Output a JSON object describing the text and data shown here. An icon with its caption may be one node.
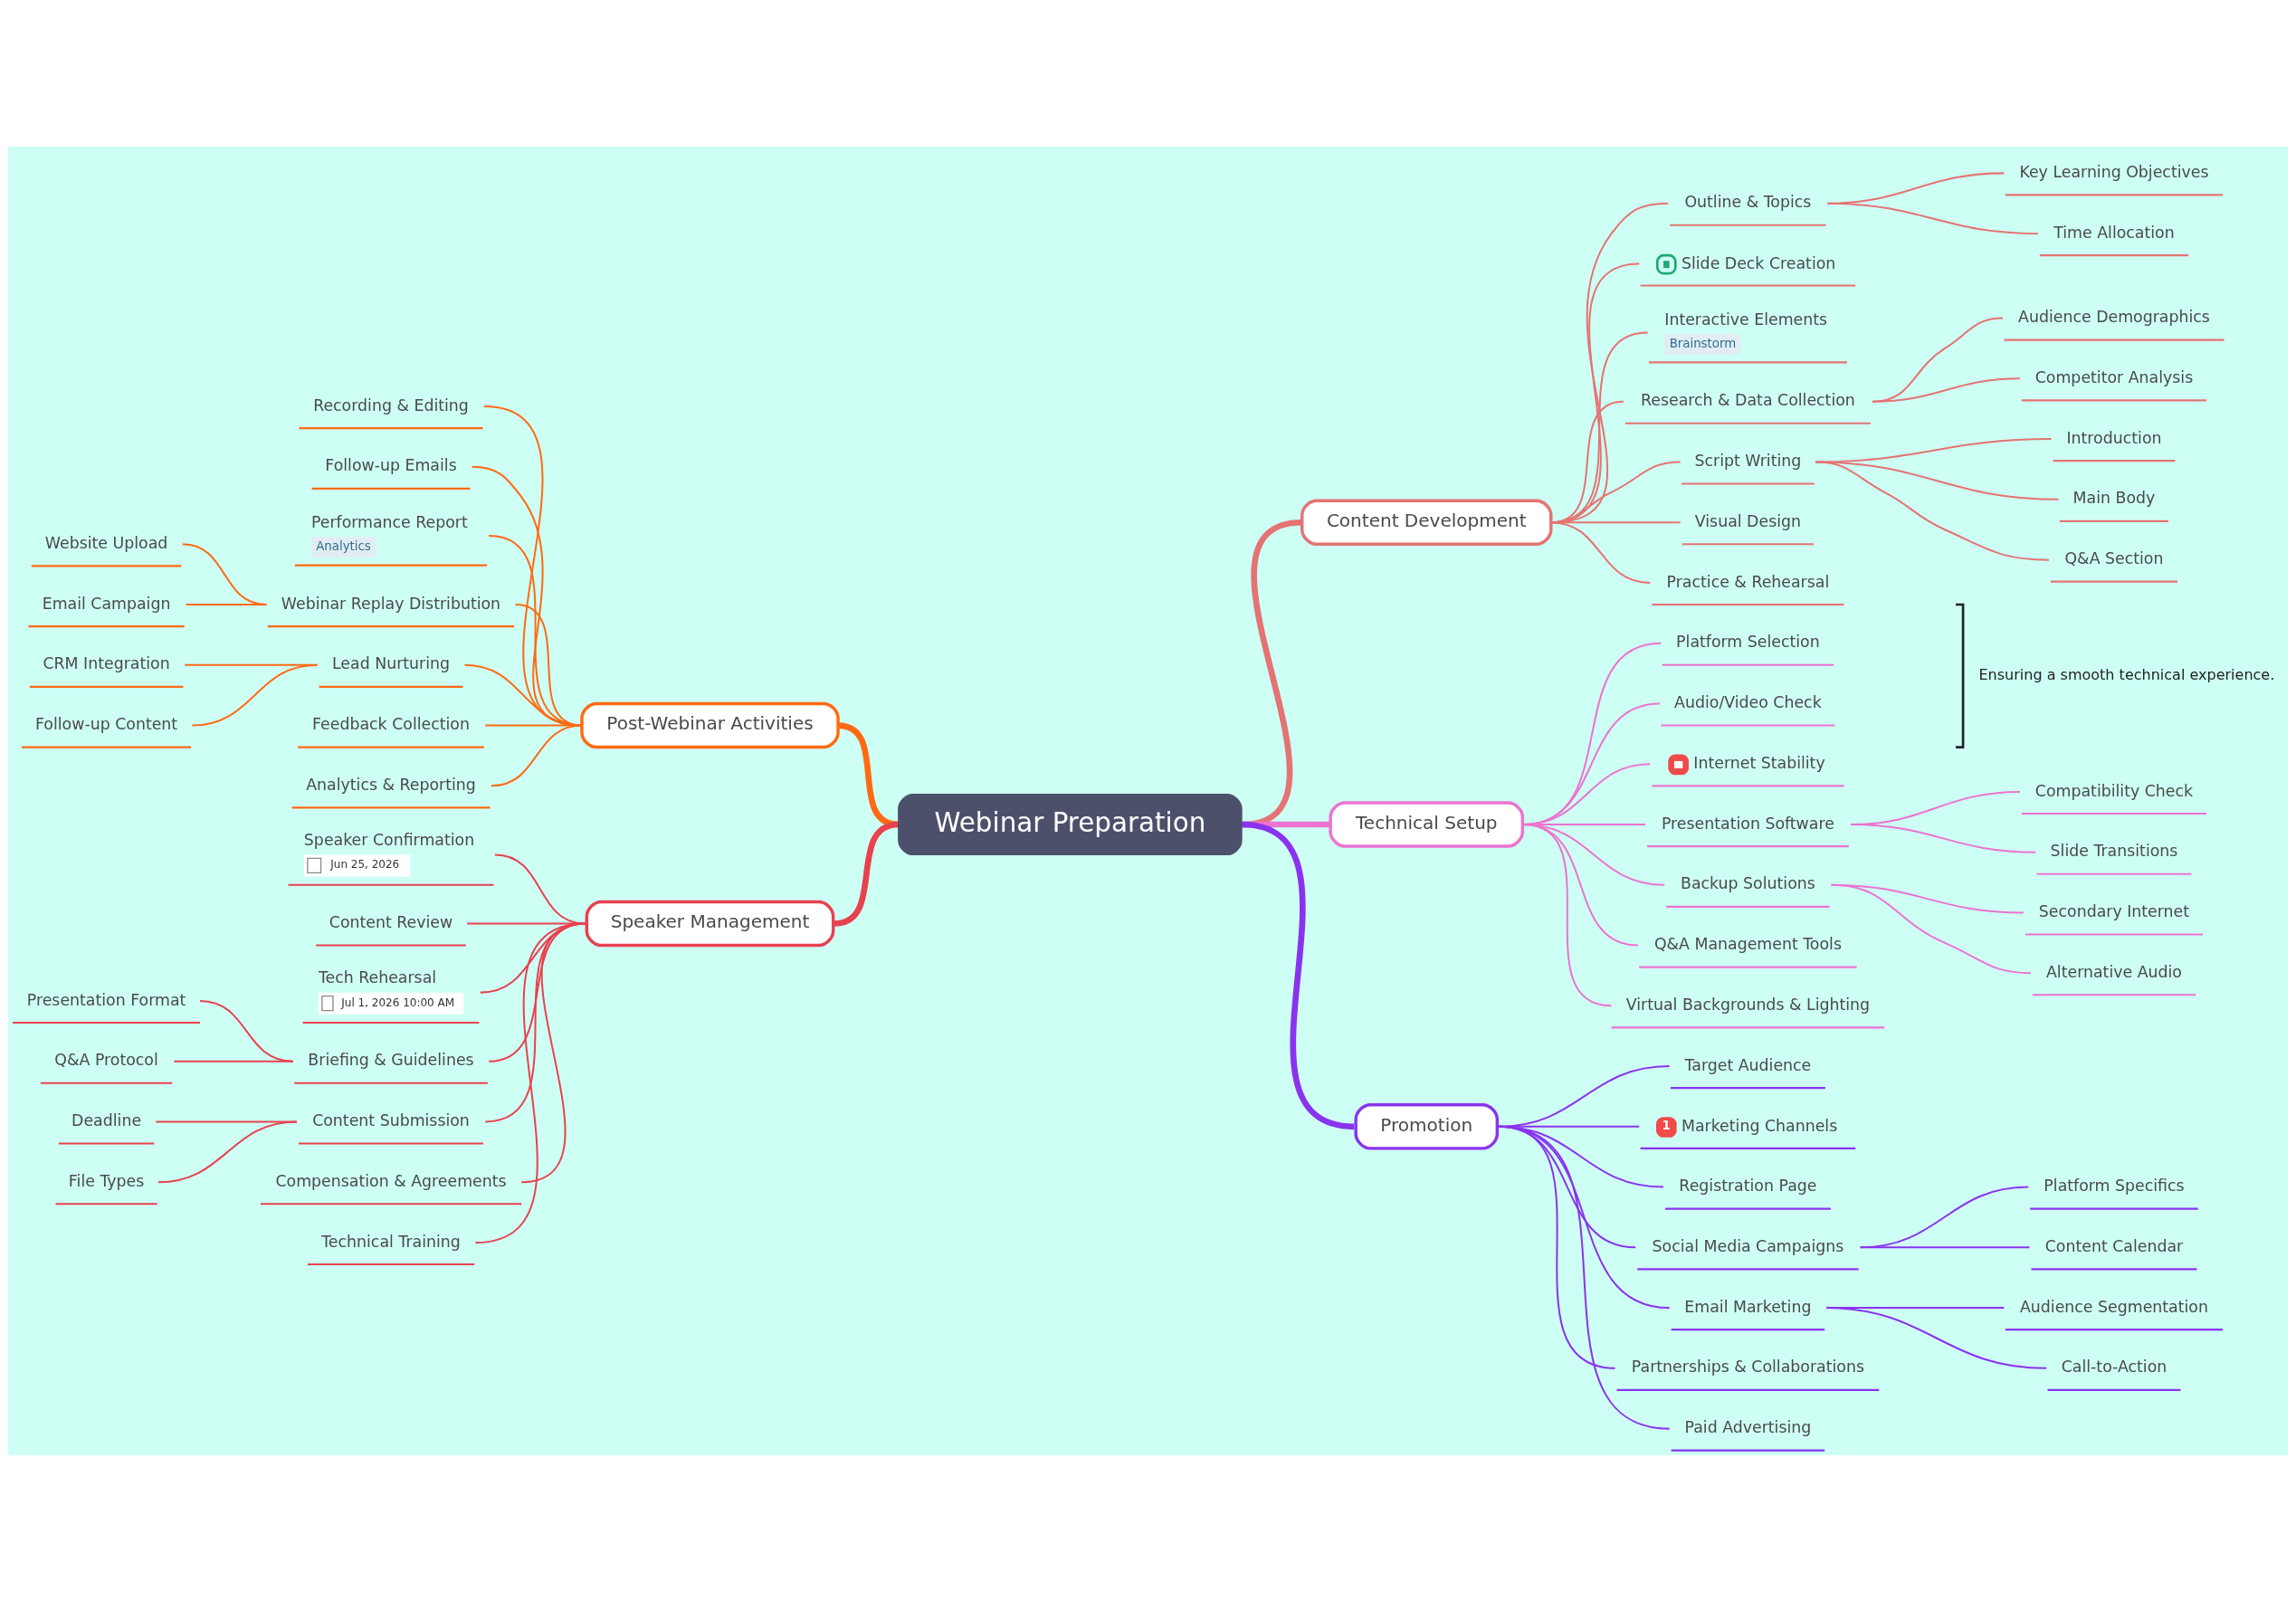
{
  "diagram": {
    "nodes": [
      {
        "text": [
          "Webinar Preparation"
        ]
      },
      {
        "text": [
          "Content Development"
        ]
      },
      {
        "text": [
          "Outline & Topics"
        ]
      },
      {
        "text": [
          "Key Learning Objectives"
        ]
      },
      {
        "text": [
          "Time Allocation"
        ]
      },
      {
        "text": [
          "Slide Deck Creation"
        ]
      },
      {
        "text": [
          "Interactive Elements",
          "Brainstorm"
        ]
      },
      {
        "text": [
          "Research & Data Collection"
        ]
      },
      {
        "text": [
          "Audience Demographics"
        ]
      },
      {
        "text": [
          "Competitor Analysis"
        ]
      },
      {
        "text": [
          "Script Writing"
        ]
      },
      {
        "text": [
          "Introduction"
        ]
      },
      {
        "text": [
          "Main Body"
        ]
      },
      {
        "text": [
          "Q&A Section"
        ]
      },
      {
        "text": [
          "Visual Design"
        ]
      },
      {
        "text": [
          "Practice & Rehearsal"
        ]
      },
      {
        "text": [
          "Technical Setup"
        ]
      },
      {
        "text": [
          "Platform Selection"
        ]
      },
      {
        "text": [
          "Audio/Video Check"
        ]
      },
      {
        "text": [
          "Internet Stability"
        ]
      },
      {
        "text": [
          "Presentation Software"
        ]
      },
      {
        "text": [
          "Compatibility Check"
        ]
      },
      {
        "text": [
          "Slide Transitions"
        ]
      },
      {
        "text": [
          "Backup Solutions"
        ]
      },
      {
        "text": [
          "Secondary Internet"
        ]
      },
      {
        "text": [
          "Alternative Audio"
        ]
      },
      {
        "text": [
          "Q&A Management Tools"
        ]
      },
      {
        "text": [
          "Virtual Backgrounds & Lighting"
        ]
      },
      {
        "text": [
          "Promotion"
        ]
      },
      {
        "text": [
          "Target Audience"
        ]
      },
      {
        "text": [
          "1",
          "Marketing Channels"
        ]
      },
      {
        "text": [
          "Registration Page"
        ]
      },
      {
        "text": [
          "Social Media Campaigns"
        ]
      },
      {
        "text": [
          "Platform Specifics"
        ]
      },
      {
        "text": [
          "Content Calendar"
        ]
      },
      {
        "text": [
          "Email Marketing"
        ]
      },
      {
        "text": [
          "Audience Segmentation"
        ]
      },
      {
        "text": [
          "Call-to-Action"
        ]
      },
      {
        "text": [
          "Partnerships & Collaborations"
        ]
      },
      {
        "text": [
          "Paid Advertising"
        ]
      },
      {
        "text": [
          "Post-Webinar Activities"
        ]
      },
      {
        "text": [
          "Recording & Editing"
        ]
      },
      {
        "text": [
          "Follow-up Emails"
        ]
      },
      {
        "text": [
          "Performance Report",
          "Analytics"
        ]
      },
      {
        "text": [
          "Webinar Replay Distribution"
        ]
      },
      {
        "text": [
          "Website Upload"
        ]
      },
      {
        "text": [
          "Email Campaign"
        ]
      },
      {
        "text": [
          "Lead Nurturing"
        ]
      },
      {
        "text": [
          "CRM Integration"
        ]
      },
      {
        "text": [
          "Follow-up Content"
        ]
      },
      {
        "text": [
          "Feedback Collection"
        ]
      },
      {
        "text": [
          "Analytics & Reporting"
        ]
      },
      {
        "text": [
          "Speaker Management"
        ]
      },
      {
        "text": [
          "Speaker Confirmation",
          "Jun 25, 2026"
        ]
      },
      {
        "text": [
          "Content Review"
        ]
      },
      {
        "text": [
          "Tech Rehearsal",
          "Jul 1, 2026 10:00 AM"
        ]
      },
      {
        "text": [
          "Briefing & Guidelines"
        ]
      },
      {
        "text": [
          "Presentation Format"
        ]
      },
      {
        "text": [
          "Q&A Protocol"
        ]
      },
      {
        "text": [
          "Content Submission"
        ]
      },
      {
        "text": [
          "Deadline"
        ]
      },
      {
        "text": [
          "File Types"
        ]
      },
      {
        "text": [
          "Compensation & Agreements"
        ]
      },
      {
        "text": [
          "Technical Training"
        ]
      }
    ],
    "edges": [
      {
        "from": 0,
        "to": 1,
        "arrow": "none",
        "style": "thick",
        "color": "#e57373"
      },
      {
        "from": 1,
        "to": 2,
        "arrow": "none",
        "color": "#e57373"
      },
      {
        "from": 2,
        "to": 3,
        "arrow": "none",
        "color": "#e57373"
      },
      {
        "from": 2,
        "to": 4,
        "arrow": "none",
        "color": "#e57373"
      },
      {
        "from": 1,
        "to": 5,
        "arrow": "none",
        "color": "#e57373"
      },
      {
        "from": 1,
        "to": 6,
        "arrow": "none",
        "color": "#e57373"
      },
      {
        "from": 1,
        "to": 7,
        "arrow": "none",
        "color": "#e57373"
      },
      {
        "from": 7,
        "to": 8,
        "arrow": "none",
        "color": "#e57373"
      },
      {
        "from": 7,
        "to": 9,
        "arrow": "none",
        "color": "#e57373"
      },
      {
        "from": 1,
        "to": 10,
        "arrow": "none",
        "color": "#e57373"
      },
      {
        "from": 10,
        "to": 11,
        "arrow": "none",
        "color": "#e57373"
      },
      {
        "from": 10,
        "to": 12,
        "arrow": "none",
        "color": "#e57373"
      },
      {
        "from": 10,
        "to": 13,
        "arrow": "none",
        "color": "#e57373"
      },
      {
        "from": 1,
        "to": 14,
        "arrow": "none",
        "color": "#e57373"
      },
      {
        "from": 1,
        "to": 15,
        "arrow": "none",
        "color": "#e57373"
      },
      {
        "from": 0,
        "to": 16,
        "arrow": "none",
        "style": "thick",
        "color": "#ec73cf"
      },
      {
        "from": 16,
        "to": 17,
        "arrow": "none",
        "color": "#ec73cf"
      },
      {
        "from": 16,
        "to": 18,
        "arrow": "none",
        "color": "#ec73cf"
      },
      {
        "from": 16,
        "to": 19,
        "arrow": "none",
        "color": "#ec73cf"
      },
      {
        "from": 16,
        "to": 20,
        "arrow": "none",
        "color": "#ec73cf"
      },
      {
        "from": 20,
        "to": 21,
        "arrow": "none",
        "color": "#ec73cf"
      },
      {
        "from": 20,
        "to": 22,
        "arrow": "none",
        "color": "#ec73cf"
      },
      {
        "from": 16,
        "to": 23,
        "arrow": "none",
        "color": "#ec73cf"
      },
      {
        "from": 23,
        "to": 24,
        "arrow": "none",
        "color": "#ec73cf"
      },
      {
        "from": 23,
        "to": 25,
        "arrow": "none",
        "color": "#ec73cf"
      },
      {
        "from": 16,
        "to": 26,
        "arrow": "none",
        "color": "#ec73cf"
      },
      {
        "from": 16,
        "to": 27,
        "arrow": "none",
        "color": "#ec73cf"
      },
      {
        "from": 0,
        "to": 28,
        "arrow": "none",
        "style": "thick",
        "color": "#8a33ee"
      },
      {
        "from": 28,
        "to": 29,
        "arrow": "none",
        "color": "#8a33ee"
      },
      {
        "from": 28,
        "to": 30,
        "arrow": "none",
        "color": "#8a33ee"
      },
      {
        "from": 28,
        "to": 31,
        "arrow": "none",
        "color": "#8a33ee"
      },
      {
        "from": 28,
        "to": 32,
        "arrow": "none",
        "color": "#8a33ee"
      },
      {
        "from": 32,
        "to": 33,
        "arrow": "none",
        "color": "#8a33ee"
      },
      {
        "from": 32,
        "to": 34,
        "arrow": "none",
        "color": "#8a33ee"
      },
      {
        "from": 28,
        "to": 35,
        "arrow": "none",
        "color": "#8a33ee"
      },
      {
        "from": 35,
        "to": 36,
        "arrow": "none",
        "color": "#8a33ee"
      },
      {
        "from": 35,
        "to": 37,
        "arrow": "none",
        "color": "#8a33ee"
      },
      {
        "from": 28,
        "to": 38,
        "arrow": "none",
        "color": "#8a33ee"
      },
      {
        "from": 28,
        "to": 39,
        "arrow": "none",
        "color": "#8a33ee"
      },
      {
        "from": 40,
        "to": 0,
        "arrow": "none",
        "style": "thick",
        "color": "#ff6a13"
      },
      {
        "from": 41,
        "to": 40,
        "arrow": "none",
        "color": "#ff6a13"
      },
      {
        "from": 42,
        "to": 40,
        "arrow": "none",
        "color": "#ff6a13"
      },
      {
        "from": 43,
        "to": 40,
        "arrow": "none",
        "color": "#ff6a13"
      },
      {
        "from": 44,
        "to": 40,
        "arrow": "none",
        "color": "#ff6a13"
      },
      {
        "from": 45,
        "to": 44,
        "arrow": "none",
        "color": "#ff6a13"
      },
      {
        "from": 46,
        "to": 44,
        "arrow": "none",
        "color": "#ff6a13"
      },
      {
        "from": 47,
        "to": 40,
        "arrow": "none",
        "color": "#ff6a13"
      },
      {
        "from": 48,
        "to": 47,
        "arrow": "none",
        "color": "#ff6a13"
      },
      {
        "from": 49,
        "to": 47,
        "arrow": "none",
        "color": "#ff6a13"
      },
      {
        "from": 50,
        "to": 40,
        "arrow": "none",
        "color": "#ff6a13"
      },
      {
        "from": 51,
        "to": 40,
        "arrow": "none",
        "color": "#ff6a13"
      },
      {
        "from": 52,
        "to": 0,
        "arrow": "none",
        "style": "thick",
        "color": "#e8414f"
      },
      {
        "from": 53,
        "to": 52,
        "arrow": "none",
        "color": "#e8414f"
      },
      {
        "from": 54,
        "to": 52,
        "arrow": "none",
        "color": "#e8414f"
      },
      {
        "from": 55,
        "to": 52,
        "arrow": "none",
        "color": "#e8414f"
      },
      {
        "from": 56,
        "to": 52,
        "arrow": "none",
        "color": "#e8414f"
      },
      {
        "from": 57,
        "to": 56,
        "arrow": "none",
        "color": "#e8414f"
      },
      {
        "from": 58,
        "to": 56,
        "arrow": "none",
        "color": "#e8414f"
      },
      {
        "from": 59,
        "to": 52,
        "arrow": "none",
        "color": "#e8414f"
      },
      {
        "from": 60,
        "to": 59,
        "arrow": "none",
        "color": "#e8414f"
      },
      {
        "from": 61,
        "to": 59,
        "arrow": "none",
        "color": "#e8414f"
      },
      {
        "from": 62,
        "to": 52,
        "arrow": "none",
        "color": "#e8414f"
      },
      {
        "from": 63,
        "to": 52,
        "arrow": "none",
        "color": "#e8414f"
      }
    ],
    "labels": [
      "Ensuring a smooth technical experience."
    ]
  }
}
